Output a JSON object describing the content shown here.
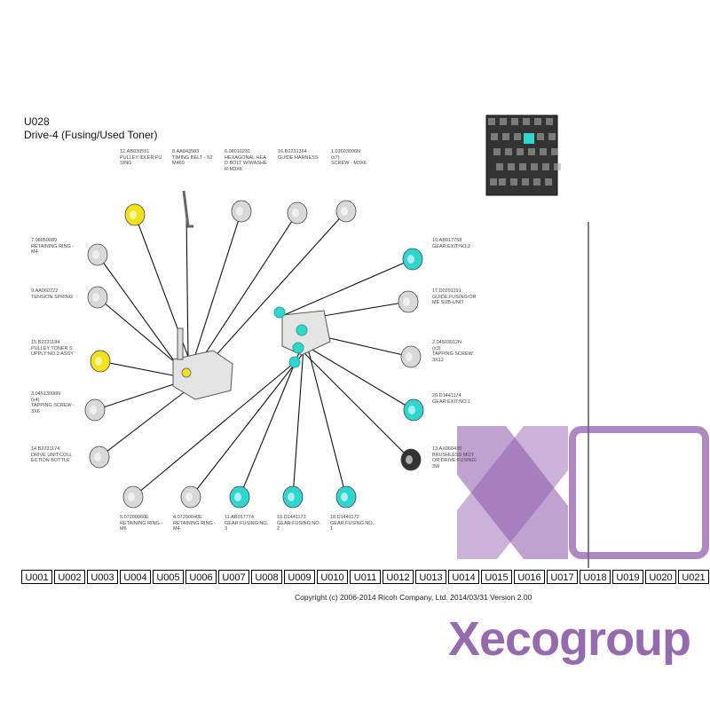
{
  "header": {
    "code": "U028",
    "title": "Drive-4 (Fusing/Used Toner)"
  },
  "parts": [
    {
      "no": "12.AB030551",
      "desc": [
        "PULLEY:IDLER:FU",
        "SING"
      ]
    },
    {
      "no": "8.AA043583",
      "desc": [
        "TIMING BELT - S2",
        "M460"
      ]
    },
    {
      "no": "6.08010231",
      "desc": [
        "HEXAGONAL HEA",
        "D BOLT W/WASHE",
        "R:M3X6"
      ]
    },
    {
      "no": "16.B2231364",
      "desc": [
        "GUIDE:HARNESS"
      ]
    },
    {
      "no": "1.03603006N",
      "desc": [
        "(x7)",
        "SCREW - M3X6"
      ]
    },
    {
      "no": "7.08050089",
      "desc": [
        "RETAINING RING -",
        "M4"
      ]
    },
    {
      "no": "9.AA060722",
      "desc": [
        "TENSION SPRING"
      ]
    },
    {
      "no": "15.B2231184",
      "desc": [
        "PULLEY:TONER S",
        "UPPLY:NO.2:ASSY"
      ]
    },
    {
      "no": "3.04513006N",
      "desc": [
        "(x4)",
        "TAPPING SCREW -",
        "3X6"
      ]
    },
    {
      "no": "14.B2231174",
      "desc": [
        "DRIVE UNIT:COLL",
        "ECTION BOTTLE"
      ]
    },
    {
      "no": "10.AB017758",
      "desc": [
        "GEAR:EXIT:NO.2"
      ]
    },
    {
      "no": "17.D0291191",
      "desc": [
        "GUIDE:FUSING:OR",
        "ME SUB-UNIT"
      ]
    },
    {
      "no": "2.04503012N",
      "desc": [
        "(x3)",
        "TAPPING SCREW:",
        "3X12"
      ]
    },
    {
      "no": "20.D1441174",
      "desc": [
        "GEAR:EXIT:NO.1"
      ]
    },
    {
      "no": "13.AX060430",
      "desc": [
        "BRUSHLESS MOT",
        "OR:DRIVE:FUSING:",
        "3W"
      ]
    },
    {
      "no": "5.07200060E",
      "desc": [
        "RETAINING RING -",
        "M6"
      ]
    },
    {
      "no": "4.07200040E",
      "desc": [
        "RETAINING RING -",
        "M4"
      ]
    },
    {
      "no": "11.AB017774",
      "desc": [
        "GEAR:FUSING:NO.",
        "3"
      ]
    },
    {
      "no": "19.D1441173",
      "desc": [
        "GEAR:FUSING:NO.",
        "2"
      ]
    },
    {
      "no": "18.D1441172",
      "desc": [
        "GEAR:FUSING:NO.",
        "1"
      ]
    }
  ],
  "tabs": [
    "U001",
    "U002",
    "U003",
    "U004",
    "U005",
    "U006",
    "U007",
    "U008",
    "U009",
    "U010",
    "U011",
    "U012",
    "U013",
    "U014",
    "U015",
    "U016",
    "U017",
    "U018",
    "U019",
    "U020",
    "U021"
  ],
  "footer": {
    "copyright": "Copyright (c) 2006-2014 Ricoh Company, Ltd.    2014/03/31 Version 2.00"
  },
  "watermark": {
    "text": "Xecogroup"
  },
  "colors": {
    "cyan": "#2fd6d0",
    "yellow": "#f2e21c",
    "watermark": "#8a55a8"
  }
}
